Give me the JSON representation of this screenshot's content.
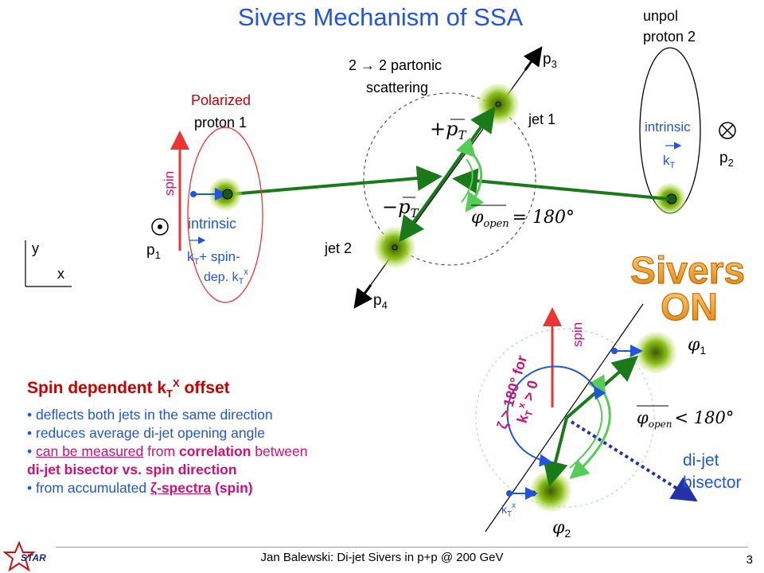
{
  "slide": {
    "title": "Sivers Mechanism of SSA",
    "footer": "Jan Balewski: Di-jet Sivers in p+p @ 200 GeV",
    "page_number": "3",
    "logo_text": "STAR"
  },
  "labels": {
    "unpol_line1": "unpol",
    "unpol_line2": "proton 2",
    "partonic_line1": "2 → 2 partonic",
    "partonic_line2": "scattering",
    "polarized": "Polarized",
    "proton1": "proton 1",
    "spin": "spin",
    "intrinsic_left": "intrinsic",
    "kt_left": "k",
    "kt_left_sub": "T",
    "spin_dep_plus": "+ spin-",
    "spin_dep": "dep. k",
    "spin_dep_sub": "T",
    "spin_dep_sup": "x",
    "intrinsic_right": "intrinsic",
    "kt_right": "k",
    "kt_right_sub": "T",
    "p1": "p",
    "p1_sub": "1",
    "p2": "p",
    "p2_sub": "2",
    "p3": "p",
    "p3_sub": "3",
    "p4": "p",
    "p4_sub": "4",
    "jet1": "jet 1",
    "jet2": "jet 2",
    "axis_y": "y",
    "axis_x": "x",
    "plus_pt": "+p",
    "plus_pt_sub": "T",
    "minus_pt": "−p",
    "minus_pt_sub": "T",
    "phi_open_eq": "φ",
    "phi_open_sub": "open",
    "phi_open_value": "= 180°",
    "sivers_line1": "Sivers",
    "sivers_line2": "ON",
    "spin_right": "spin",
    "phi1": "φ",
    "phi1_sub": "1",
    "phi2": "φ",
    "phi2_sub": "2",
    "zeta_line1": "ζ > 180° for",
    "zeta_line2": "k",
    "zeta_line2_sub": "T",
    "zeta_line2_sup": "x",
    "zeta_line2_rest": " > 0",
    "phi_open_lt": "φ",
    "phi_open_lt_sub": "open",
    "phi_open_lt_value": "< 180°",
    "dijet_line1": "di-jet",
    "dijet_line2": "bisector",
    "ktx": "k",
    "ktx_sub": "T",
    "ktx_sup": "x"
  },
  "bullets": {
    "heading": "Spin dependent  k",
    "heading_sub": "T",
    "heading_sup": "X",
    "heading_rest": " offset",
    "b1": "• deflects both jets in the same direction",
    "b2": "• reduces average di-jet opening angle",
    "b3_bullet": "• ",
    "b3_ul": "can be measured",
    "b3_mid": " from ",
    "b3_bold": "correlation",
    "b3_end": " between",
    "b4": "di-jet bisector vs. spin direction",
    "b5_start": "• from accumulated  ",
    "b5_ul": "ζ-spectra",
    "b5_end": " (spin)"
  },
  "colors": {
    "title": "#2255dd",
    "jet_green": "#1a7a1a",
    "spin_red": "#ee3333",
    "text_blue": "#2255dd",
    "bisector": "#2233aa",
    "sivers_orange": "#f5a623"
  }
}
